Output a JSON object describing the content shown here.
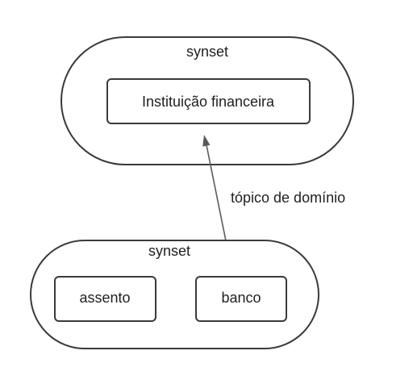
{
  "diagram": {
    "top_synset": {
      "label": "synset",
      "nodes": [
        "Instituição financeira"
      ]
    },
    "bottom_synset": {
      "label": "synset",
      "nodes": [
        "assento",
        "banco"
      ]
    },
    "relation": {
      "label": "tópico de domínio",
      "from": "banco",
      "to": "Instituição financeira"
    },
    "colors": {
      "stroke": "#3a3a3a",
      "edge": "#5a5a5a",
      "text": "#1f1f1f"
    }
  }
}
